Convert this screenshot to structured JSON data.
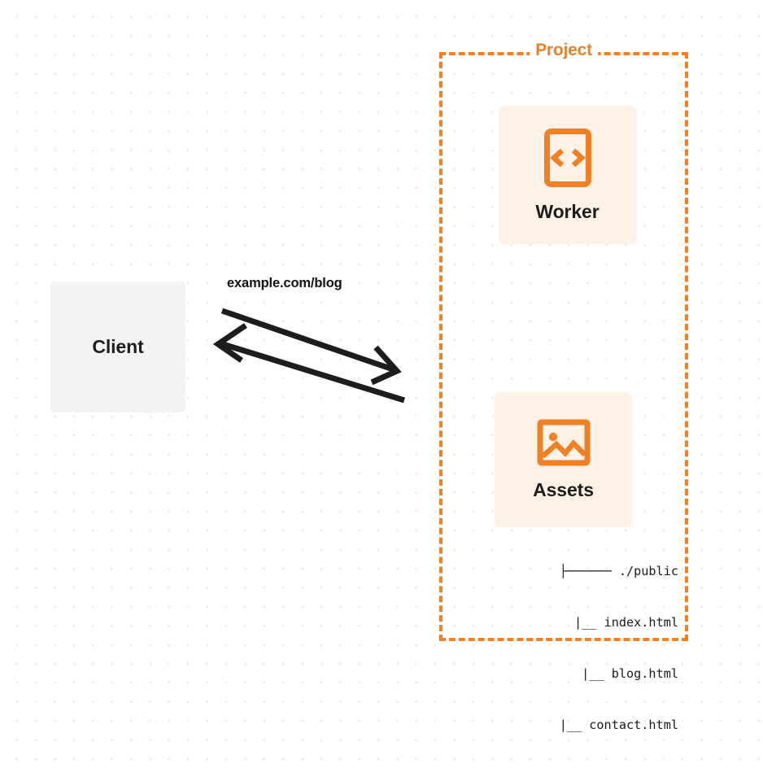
{
  "diagram": {
    "type": "architecture-flow",
    "background": {
      "color": "#ffffff",
      "dot_color": "#e9e9ea",
      "pattern": "dot-grid"
    },
    "client": {
      "label": "Client",
      "fill": "#f2f3f4"
    },
    "connection": {
      "label": "example.com/blog",
      "color": "#1d1d1d",
      "direction": "bidirectional",
      "arrows": [
        {
          "name": "request-arrow",
          "from": "client",
          "to": "project",
          "head": "right"
        },
        {
          "name": "response-arrow",
          "from": "project",
          "to": "client",
          "head": "left"
        }
      ]
    },
    "project": {
      "title": "Project",
      "border_color": "#f48024",
      "border_style": "dashed",
      "nodes": [
        {
          "id": "worker",
          "label": "Worker",
          "icon": "code-brackets-icon",
          "fill": "#fef2e6",
          "icon_color": "#f08025"
        },
        {
          "id": "assets",
          "label": "Assets",
          "icon": "image-icon",
          "fill": "#fef2e6",
          "icon_color": "#f08025"
        }
      ],
      "file_tree": {
        "root": "./public",
        "root_prefix": "├────── ",
        "entries": [
          {
            "prefix": "|__ ",
            "name": "index.html"
          },
          {
            "prefix": "|__ ",
            "name": "blog.html"
          },
          {
            "prefix": "|__ ",
            "name": "contact.html"
          }
        ]
      }
    }
  }
}
